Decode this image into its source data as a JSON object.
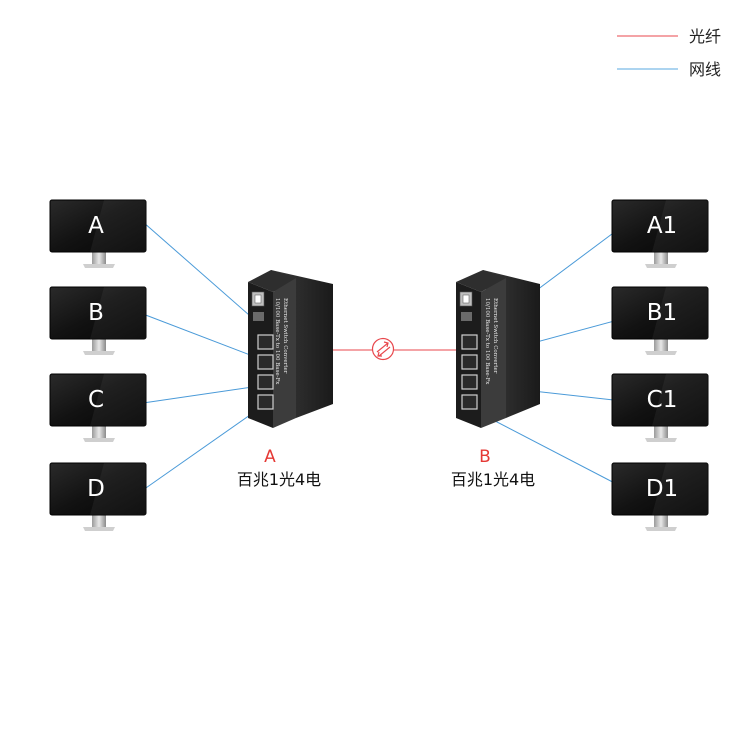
{
  "legend": {
    "fiber": {
      "label": "光纤",
      "color": "#e8474c"
    },
    "cable": {
      "label": "网线",
      "color": "#5aa8e0"
    }
  },
  "left_computers": [
    "A",
    "B",
    "C",
    "D"
  ],
  "right_computers": [
    "A1",
    "B1",
    "C1",
    "D1"
  ],
  "device_a": {
    "letter": "A",
    "description": "百兆1光4电",
    "letter_color": "#e53935"
  },
  "device_b": {
    "letter": "B",
    "description": "百兆1光4电",
    "letter_color": "#e53935"
  },
  "panel": {
    "line1": "Ethernet Switch Converter",
    "line2": "10/100 Base-Tx to 100 Base-Fx"
  },
  "icons": {
    "link": "fiber-link-icon",
    "computer": "monitor-icon",
    "device": "media-converter-icon"
  }
}
